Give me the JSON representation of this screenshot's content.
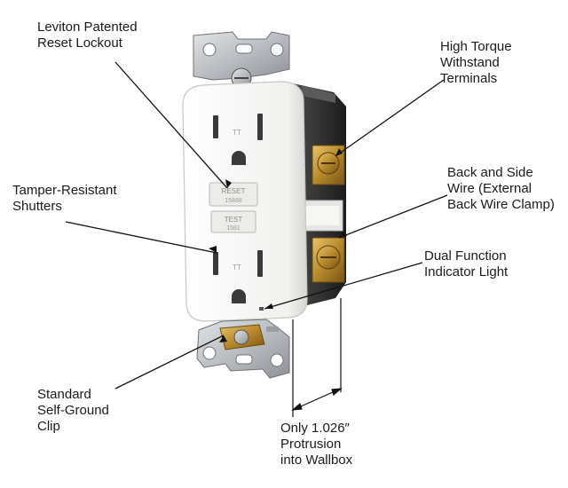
{
  "labels": {
    "reset_lockout": [
      "Leviton Patented",
      "Reset Lockout"
    ],
    "tamper_resistant": [
      "Tamper-Resistant",
      "Shutters"
    ],
    "self_ground_clip": [
      "Standard",
      "Self-Ground",
      "Clip"
    ],
    "high_torque": [
      "High Torque",
      "Withstand",
      "Terminals"
    ],
    "back_side_wire": [
      "Back and Side",
      "Wire (External",
      "Back Wire Clamp)"
    ],
    "indicator_light": [
      "Dual Function",
      "Indicator Light"
    ],
    "protrusion": [
      "Only 1.026″",
      "Protrusion",
      "into Wallbox"
    ]
  },
  "buttons": {
    "reset": "RESET",
    "test": "TEST"
  },
  "colors": {
    "face": "#f3f3f1",
    "body_shadow": "#d9d9d6",
    "housing_dark": "#2f2f2f",
    "strap_metal": "#c8cacc",
    "brass": "#b8892c",
    "leader": "#111111"
  }
}
